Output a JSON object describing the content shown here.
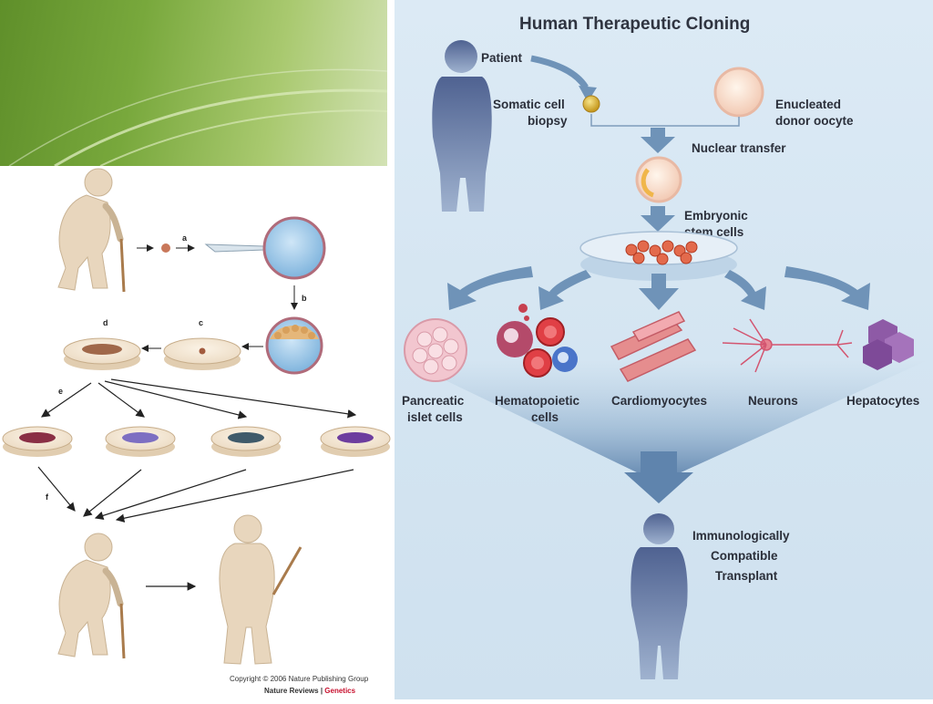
{
  "left_diagram": {
    "step_labels": [
      "a",
      "b",
      "c",
      "d",
      "e",
      "f"
    ],
    "copyright": "Copyright © 2006 Nature Publishing Group",
    "publisher": "Nature Reviews",
    "publisher_sep": " | ",
    "publisher_section": "Genetics"
  },
  "right_diagram": {
    "title": "Human Therapeutic Cloning",
    "patient": "Patient",
    "somatic_line1": "Somatic cell",
    "somatic_line2": "biopsy",
    "enucleated_line1": "Enucleated",
    "enucleated_line2": "donor oocyte",
    "nuclear_transfer": "Nuclear transfer",
    "embryonic_line1": "Embryonic",
    "embryonic_line2": "stem cells",
    "cell_types": {
      "pancreatic_line1": "Pancreatic",
      "pancreatic_line2": "islet cells",
      "hemato_line1": "Hematopoietic",
      "hemato_line2": "cells",
      "cardio": "Cardiomyocytes",
      "neurons": "Neurons",
      "hepatocytes": "Hepatocytes"
    },
    "result_line1": "Immunologically",
    "result_line2": "Compatible",
    "result_line3": "Transplant"
  },
  "colors": {
    "banner_green": "#78a83c",
    "right_background": "#d3e4f1",
    "silhouette": "#6a7fa6",
    "arrow_blue": "#6f93b8",
    "figure_beige": "#e8d6bd",
    "genetics_red": "#c8102e"
  }
}
